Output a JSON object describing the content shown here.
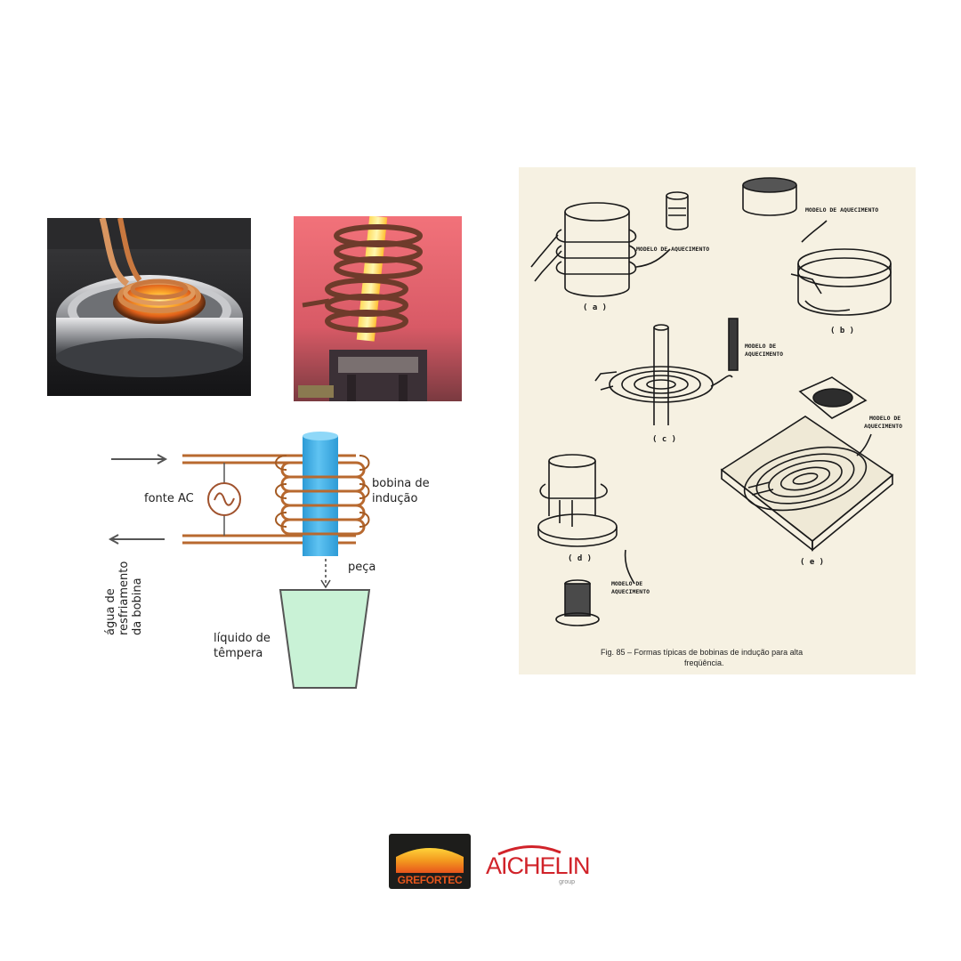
{
  "schematic": {
    "source_label": "fonte AC",
    "coil_label_line1": "bobina de",
    "coil_label_line2": "indução",
    "piece_label": "peça",
    "quench_label_line1": "líquido de",
    "quench_label_line2": "têmpera",
    "water_label_line1": "água de",
    "water_label_line2": "resfriamento",
    "water_label_line3": "da bobina"
  },
  "figure": {
    "caption_line1": "Fig. 85  –  Formas típicas de bobinas de indução para alta",
    "caption_line2": "freqüência.",
    "label_a_top": "( a )",
    "label_b": "( b )",
    "label_c": "( c )",
    "label_d": "( d )",
    "label_e": "( e )",
    "model_a_line1": "MODELO DE AQUECIMENTO",
    "model_b_line1": "MODELO DE AQUECIMENTO",
    "model_c_line1": "MODELO DE",
    "model_c_line2": "AQUECIMENTO",
    "model_d_line1": "MODELO DE",
    "model_d_line2": "AQUECIMENTO",
    "model_e_line1": "MODELO DE",
    "model_e_line2": "AQUECIMENTO"
  },
  "logos": {
    "grefortec": "GREFORTEC",
    "aichelin": "AICHELIN",
    "aichelin_sub": "group"
  },
  "colors": {
    "copper": "#b8692f",
    "piece_blue": "#43b3ea",
    "quench_green": "#c9f2d6",
    "paper": "#f6f1e2",
    "grefortec_orange": "#e8561c",
    "aichelin_red": "#d1232a"
  }
}
